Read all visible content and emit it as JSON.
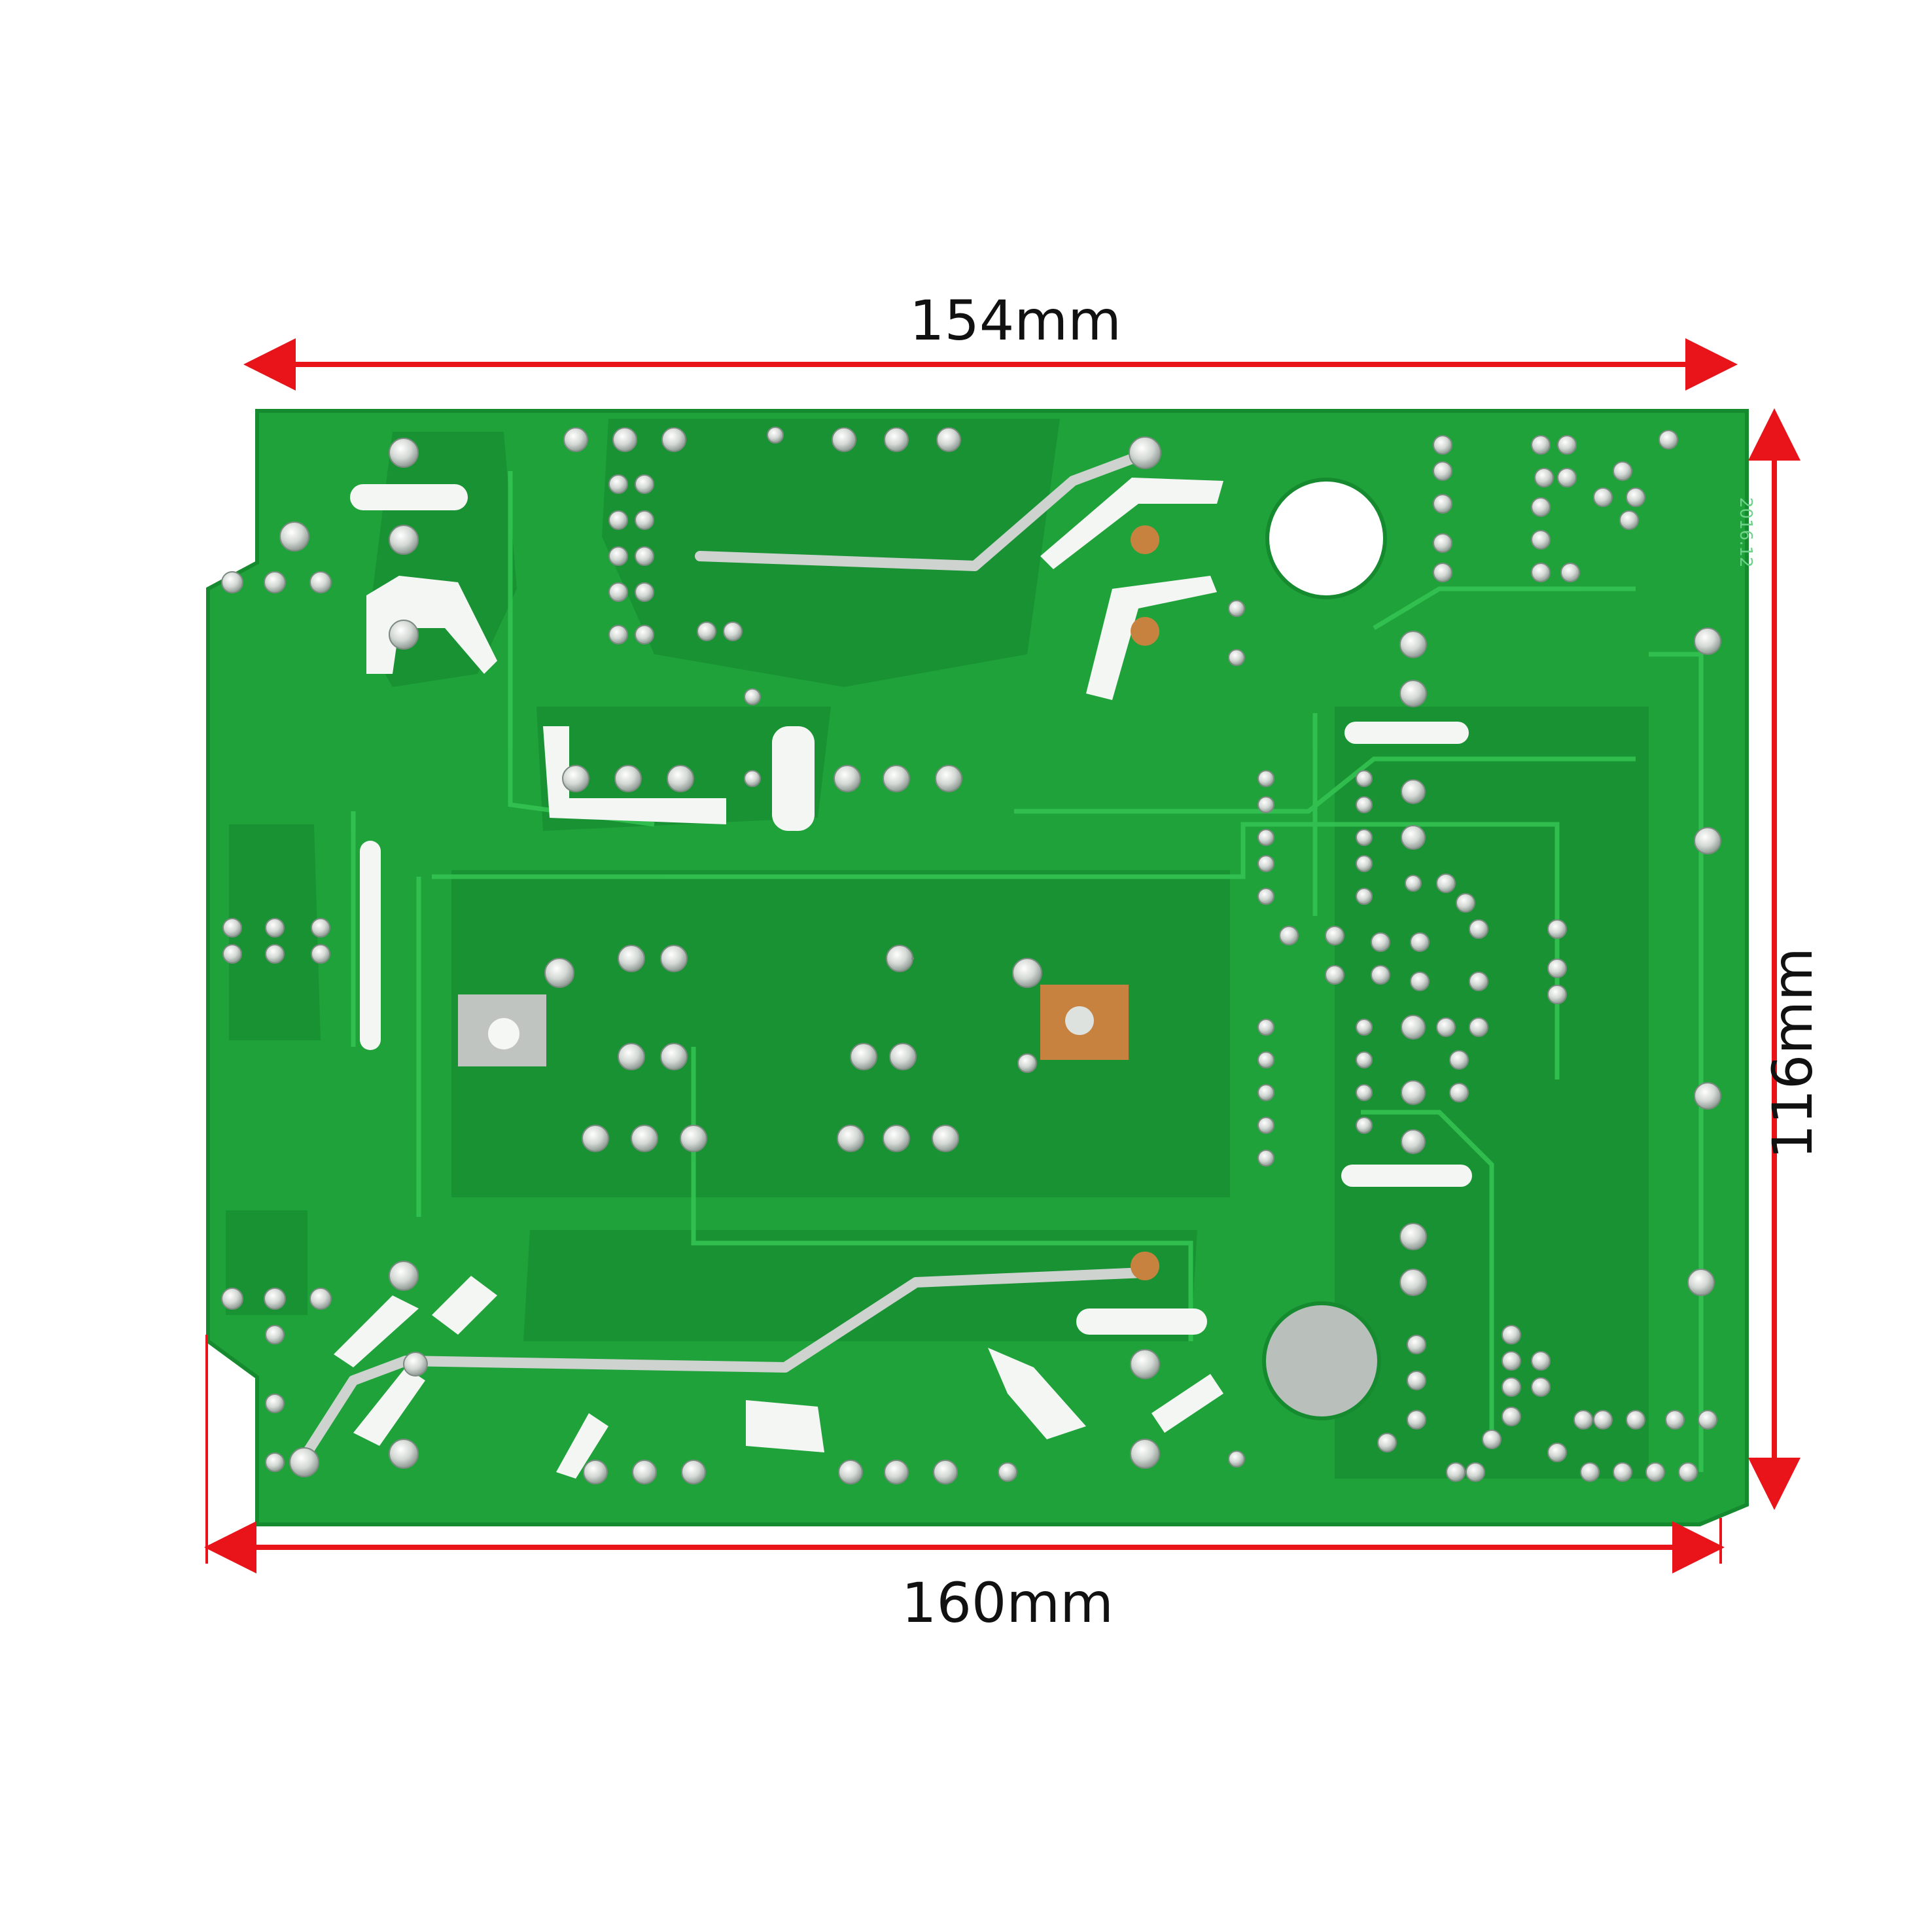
{
  "dimensions": {
    "top_width": "154mm",
    "bottom_width": "160mm",
    "height": "116mm"
  },
  "silkscreen": {
    "date_code": "2016.12"
  },
  "colors": {
    "board_green": "#1fa23a",
    "board_dark": "#138a2c",
    "trace_green": "#2bbf4a",
    "solder": "#d7dcd8",
    "copper": "#c8823f",
    "arrow_red": "#e8141a"
  }
}
